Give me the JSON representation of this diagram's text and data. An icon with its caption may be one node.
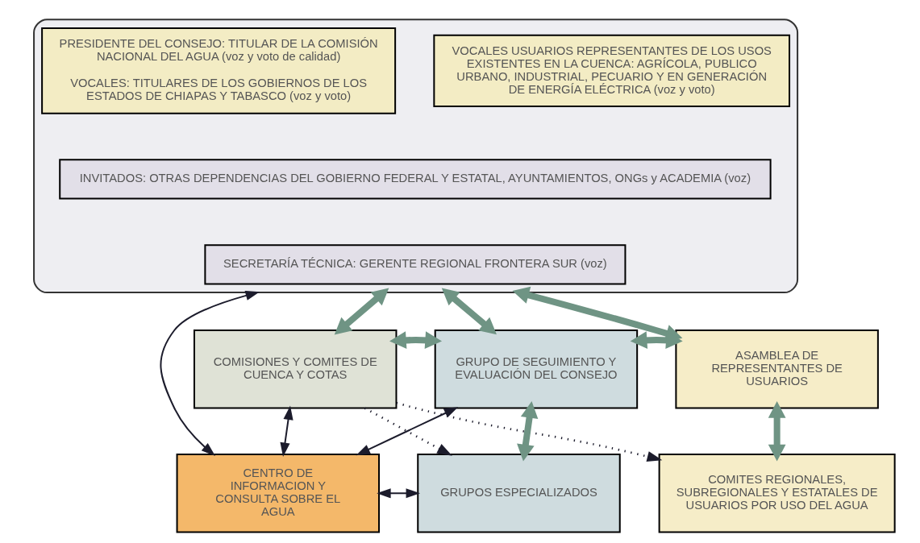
{
  "diagram": {
    "nodes": [
      {
        "text": [],
        "shape": "box"
      },
      {
        "text": [
          "PRESIDENTE DEL CONSEJO: TITULAR DE LA COMISIÓN NACIONAL DEL AGUA (voz y voto de calidad)",
          "VOCALES: TITULARES DE LOS GOBIERNOS DE LOS ESTADOS DE CHIAPAS Y TABASCO (voz y voto)"
        ],
        "in": 0
      },
      {
        "text": [
          "VOCALES USUARIOS REPRESENTANTES DE LOS USOS EXISTENTES EN LA CUENCA: AGRÍCOLA, PUBLICO URBANO, INDUSTRIAL, PECUARIO Y EN GENERACIÓN DE ENERGÍA ELÉCTRICA (voz y voto)"
        ],
        "in": 0
      },
      {
        "text": [
          "INVITADOS: OTRAS DEPENDENCIAS DEL GOBIERNO FEDERAL Y ESTATAL, AYUNTAMIENTOS, ONGs y ACADEMIA (voz)"
        ],
        "in": 0
      },
      {
        "text": [
          "SECRETARÍA TÉCNICA: GERENTE REGIONAL FRONTERA SUR (voz)"
        ],
        "in": 0
      },
      {
        "text": [
          "COMISIONES Y COMITES DE CUENCA Y COTAS"
        ]
      },
      {
        "text": [
          "GRUPO DE SEGUIMIENTO Y EVALUACIÓN DEL CONSEJO"
        ]
      },
      {
        "text": [
          "ASAMBLEA DE REPRESENTANTES DE USUARIOS"
        ]
      },
      {
        "text": [
          "CENTRO DE INFORMACION Y CONSULTA SOBRE EL AGUA"
        ]
      },
      {
        "text": [
          "GRUPOS ESPECIALIZADOS"
        ]
      },
      {
        "text": [
          "COMITES REGIONALES, SUBREGIONALES Y ESTATALES DE USUARIOS POR USO DEL AGUA"
        ]
      }
    ],
    "edges": [
      {
        "from": 0,
        "to": 5,
        "arrow": "both"
      },
      {
        "from": 0,
        "to": 6,
        "arrow": "both"
      },
      {
        "from": 0,
        "to": 7,
        "arrow": "both"
      },
      {
        "from": 5,
        "to": 6,
        "arrow": "both"
      },
      {
        "from": 6,
        "to": 7,
        "arrow": "both"
      },
      {
        "from": 6,
        "to": 9,
        "arrow": "both"
      },
      {
        "from": 7,
        "to": 10,
        "arrow": "both"
      },
      {
        "from": 5,
        "to": 8,
        "arrow": "both",
        "color": "#1c1c2c"
      },
      {
        "from": 0,
        "to": 8,
        "arrow": "both",
        "color": "#1c1c2c"
      },
      {
        "from": 6,
        "to": 8,
        "arrow": "both",
        "color": "#1c1c2c"
      },
      {
        "from": 8,
        "to": 9,
        "arrow": "both",
        "color": "#1c1c2c"
      },
      {
        "from": 5,
        "to": 9,
        "arrow": "to",
        "style": "dashed",
        "color": "#1c1c2c"
      },
      {
        "from": 5,
        "to": 10,
        "arrow": "to",
        "style": "dashed",
        "color": "#1c1c2c"
      }
    ]
  }
}
